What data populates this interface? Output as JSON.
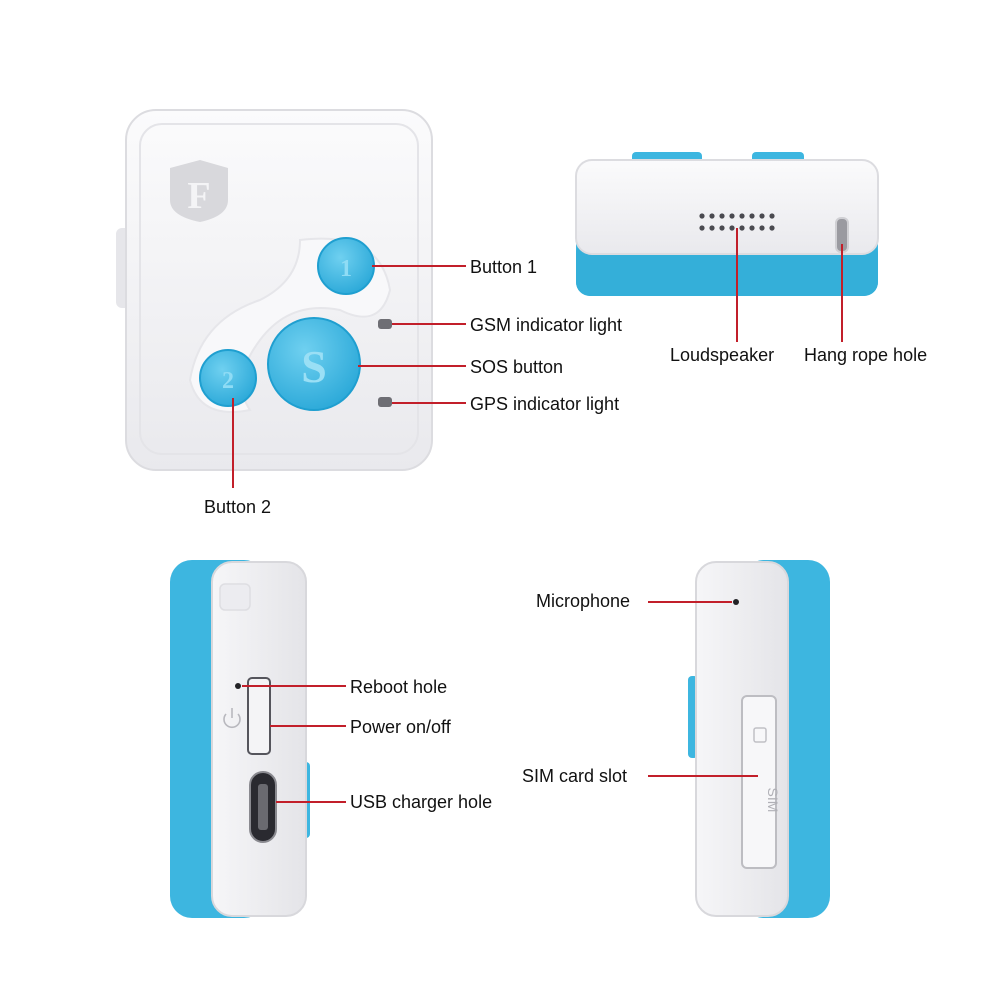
{
  "diagram": {
    "colors": {
      "accent": "#3db6e0",
      "accent_dark": "#1f9fd0",
      "leader": "#c21f2a",
      "body": "#f1f1f3",
      "body_shadow": "#d9d9de"
    },
    "views": [
      {
        "name": "front-view"
      },
      {
        "name": "top-view"
      },
      {
        "name": "left-side-view"
      },
      {
        "name": "right-side-view"
      }
    ],
    "device": {
      "logo_icon": "shield-logo-icon",
      "sos_button_glyph": "S",
      "button1_glyph": "1",
      "button2_glyph": "2",
      "sim_slot_text": "SIM"
    },
    "labels": {
      "button_1": "Button 1",
      "gsm_light": "GSM indicator light",
      "sos_button": "SOS button",
      "gps_light": "GPS indicator light",
      "button_2": "Button 2",
      "loudspeaker": "Loudspeaker",
      "hang_rope_hole": "Hang rope hole",
      "microphone": "Microphone",
      "reboot_hole": "Reboot hole",
      "power_onoff": "Power on/off",
      "usb_charger_hole": "USB charger hole",
      "sim_card_slot": "SIM card slot"
    }
  }
}
